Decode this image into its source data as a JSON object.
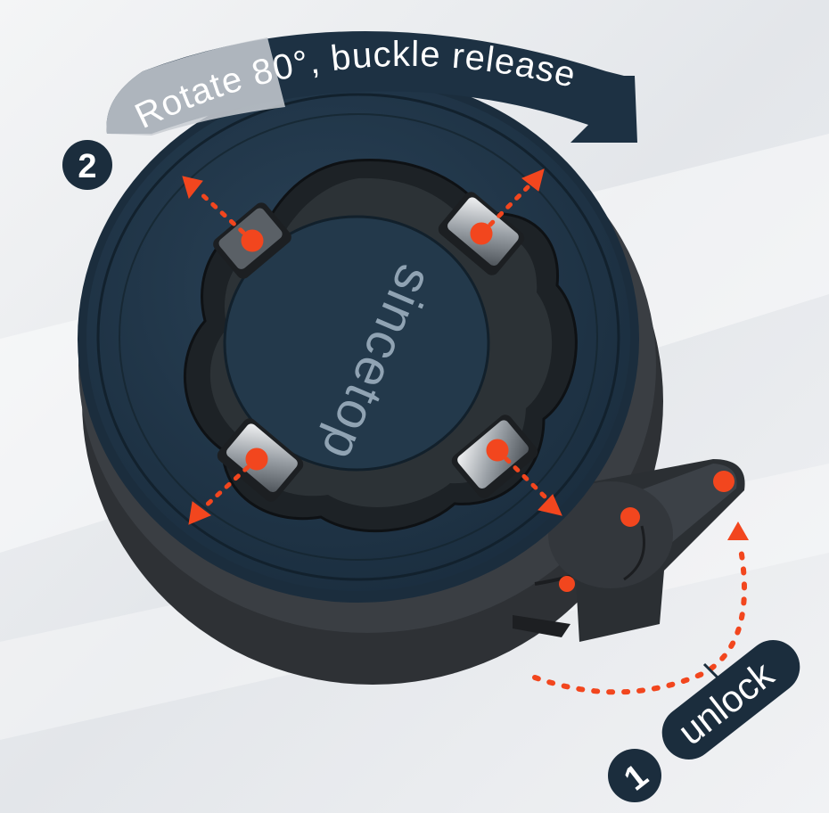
{
  "step2": {
    "number": "2",
    "label": "Rotate 80°, buckle release"
  },
  "step1": {
    "number": "1",
    "label": "unlock"
  },
  "brand": "sincetop",
  "colors": {
    "navy": "#1e3347",
    "navy_dark": "#13222f",
    "accent": "#f2461e",
    "metal": "#c8ccd0",
    "background": "#e9ebee"
  }
}
